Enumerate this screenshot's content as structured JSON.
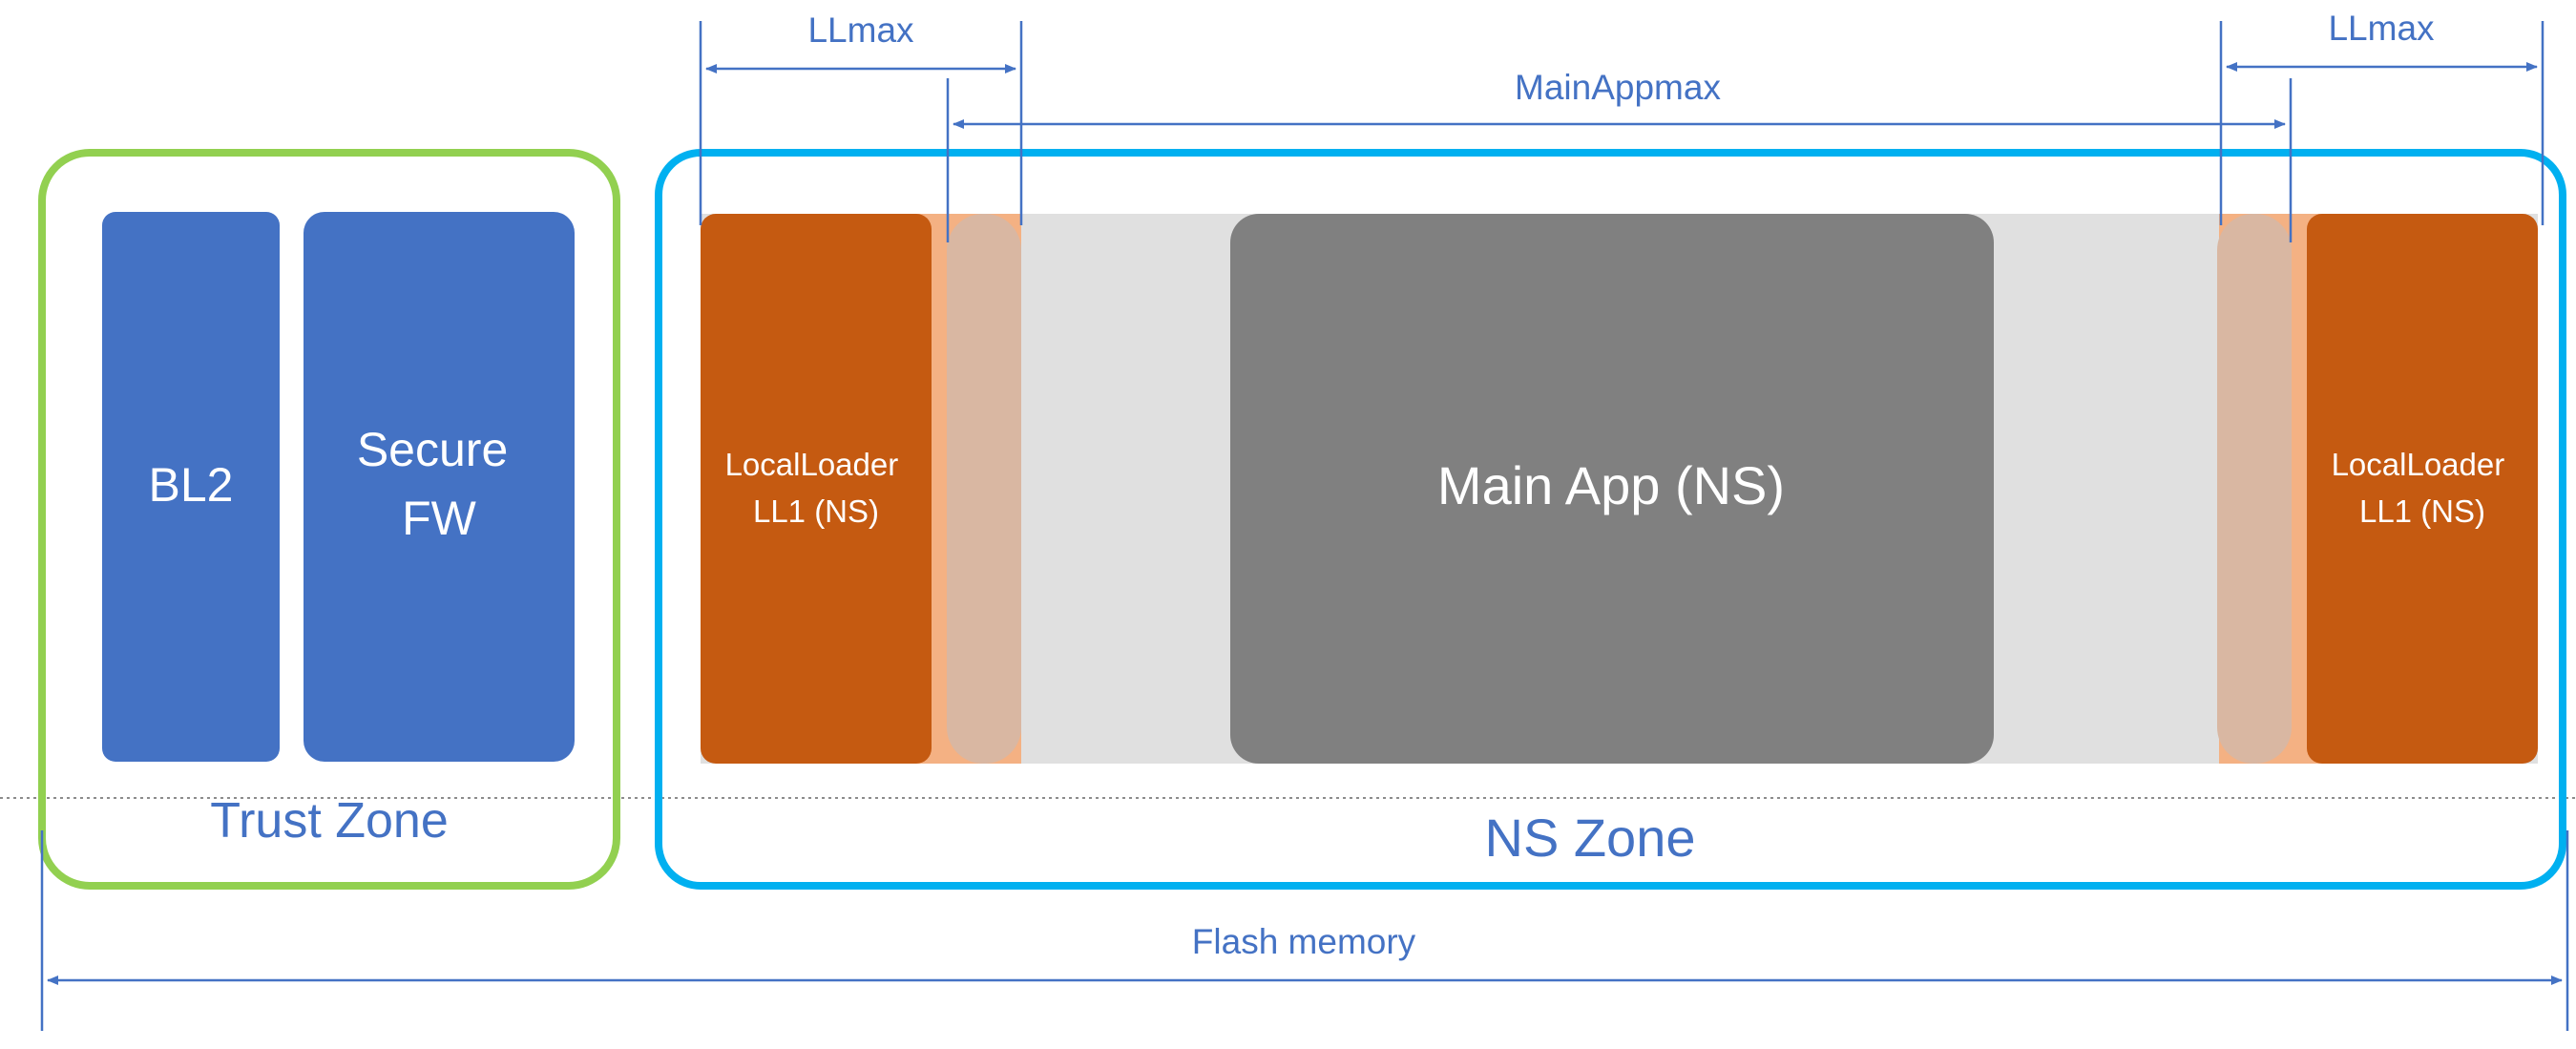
{
  "colors": {
    "trust_zone_border": "#92d050",
    "ns_zone_border": "#00b0f0",
    "block_blue": "#4472c4",
    "loader_orange": "#c55a11",
    "overlap_orange": "#f4b183",
    "overlap_tan": "#d9b7a2",
    "flash_gray": "#e0e0e0",
    "main_app_gray": "#808080",
    "label_blue": "#4472c4",
    "text_white": "#ffffff"
  },
  "trust_zone": {
    "label": "Trust Zone",
    "blocks": [
      {
        "lines": [
          "BL2"
        ]
      },
      {
        "lines": [
          "Secure",
          "FW"
        ]
      }
    ]
  },
  "ns_zone": {
    "label": "NS Zone",
    "local_loader_left": {
      "lines": [
        "LocalLoader",
        "LL1 (NS)"
      ]
    },
    "local_loader_right": {
      "lines": [
        "LocalLoader",
        "LL1 (NS)"
      ]
    },
    "main_app": {
      "label": "Main App (NS)"
    }
  },
  "dimensions": {
    "llmax_left": "LLmax",
    "llmax_right": "LLmax",
    "main_app_max": "MainAppmax",
    "flash_memory": "Flash memory"
  }
}
